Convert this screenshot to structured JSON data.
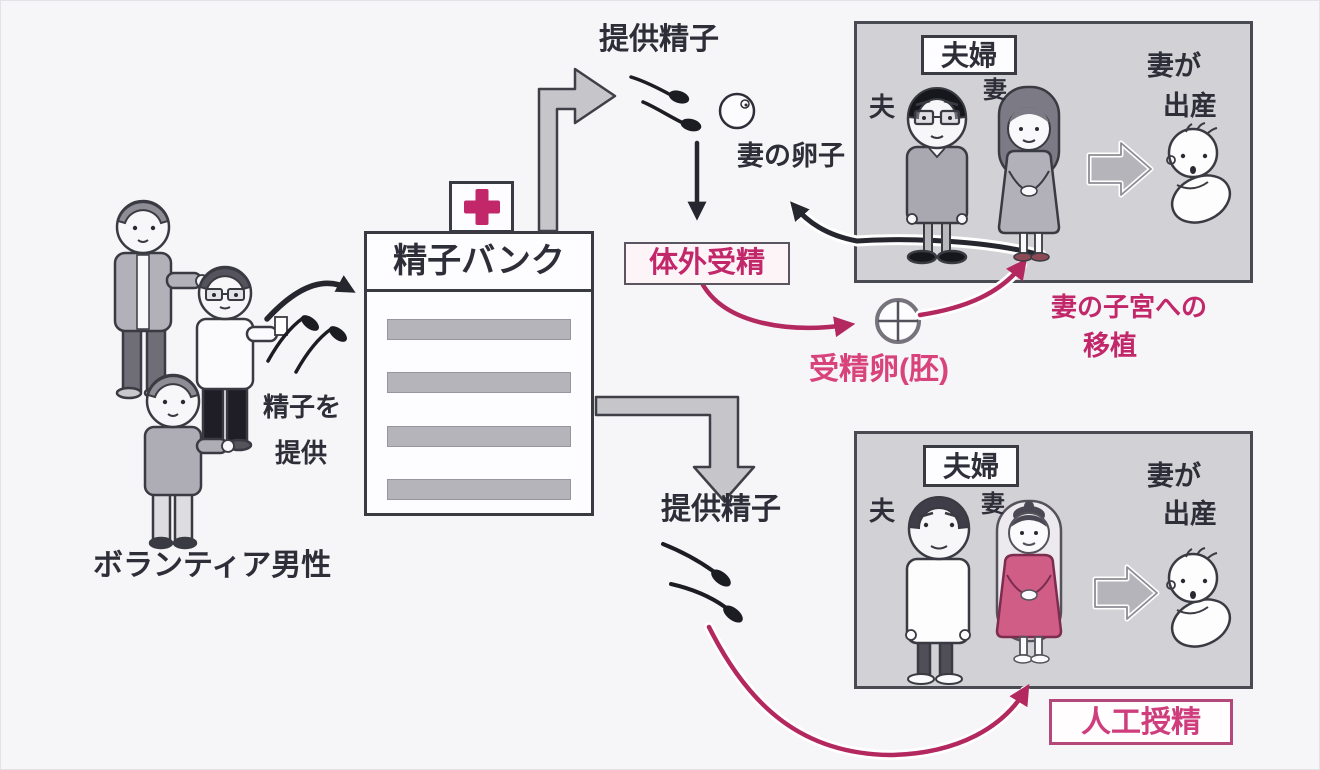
{
  "labels": {
    "volunteer_men": "ボランティア男性",
    "donate_sperm": {
      "line1": "精子を",
      "line2": "提供"
    },
    "sperm_bank": "精子バンク",
    "donated_sperm_top": "提供精子",
    "donated_sperm_bottom": "提供精子",
    "wife_egg": "妻の卵子",
    "ivf": "体外受精",
    "fertilized_egg": "受精卵(胚)",
    "uterus_transfer": {
      "line1": "妻の子宮への",
      "line2": "移植"
    },
    "couple": "夫婦",
    "husband": "夫",
    "wife": "妻",
    "wife_birth": {
      "line1": "妻が",
      "line2": "出産"
    },
    "artificial_insemination": "人工授精"
  },
  "colors": {
    "background": "#f6f5f8",
    "panel_gray": "#d2d1d5",
    "outline_ink": "#3a3a42",
    "medical_cross_magenta": "#c2276a",
    "pink_arrow": "#b42860",
    "pink_text": "#d8437c",
    "wife_dress_pink": "#cf5d86",
    "gray_arrow": "#c6c5ca"
  }
}
